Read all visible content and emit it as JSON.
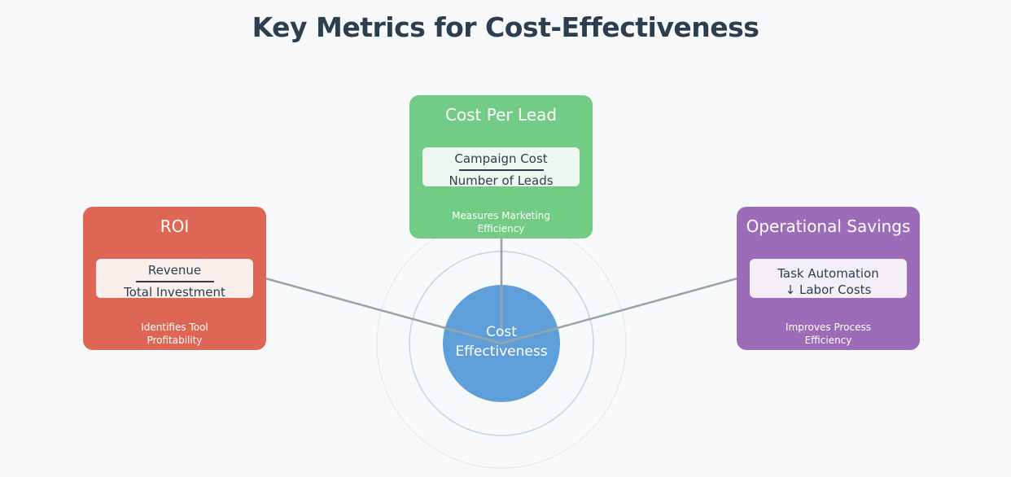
{
  "title": "Key Metrics for Cost-Effectiveness",
  "center": {
    "label_line1": "Cost",
    "label_line2": "Effectiveness",
    "color": "#5f9fd9"
  },
  "metrics": {
    "cost_per_lead": {
      "title": "Cost Per Lead",
      "numerator": "Campaign Cost",
      "denominator": "Number of Leads",
      "caption_line1": "Measures Marketing",
      "caption_line2": "Efficiency",
      "color": "#72cc85"
    },
    "roi": {
      "title": "ROI",
      "numerator": "Revenue",
      "denominator": "Total Investment",
      "caption_line1": "Identifies Tool",
      "caption_line2": "Profitability",
      "color": "#dd6655"
    },
    "operational_savings": {
      "title": "Operational Savings",
      "line1": "Task Automation",
      "line2": "↓ Labor Costs",
      "caption_line1": "Improves Process",
      "caption_line2": "Efficiency",
      "color": "#9c6cb8"
    }
  },
  "colors": {
    "background": "#f7f9fb",
    "title_text": "#2c3e50",
    "connector": "#95a5a6",
    "ring_inner": "#bcd6ea",
    "ring_outer": "#e2e8ec"
  }
}
